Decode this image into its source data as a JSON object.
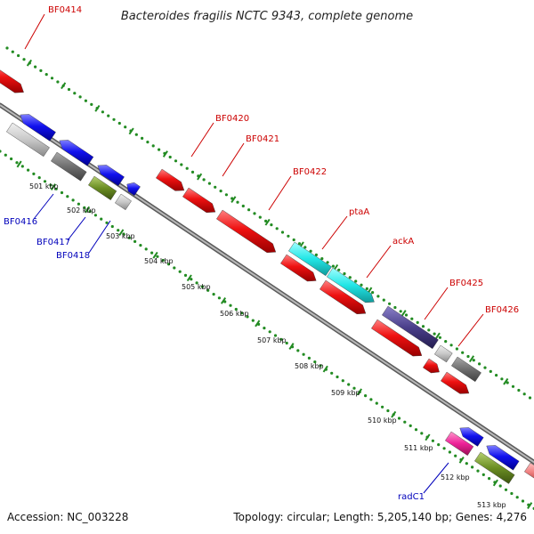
{
  "title": "Bacteroides fragilis NCTC 9343, complete genome",
  "footer": {
    "accession": "Accession: NC_003228",
    "summary": "Topology: circular; Length: 5,205,140 bp; Genes: 4,276"
  },
  "ticks": [
    "501 kbp",
    "502 kbp",
    "503 kbp",
    "504 kbp",
    "505 kbp",
    "506 kbp",
    "507 kbp",
    "508 kbp",
    "509 kbp",
    "510 kbp",
    "511 kbp",
    "512 kbp",
    "513 kbp"
  ],
  "labels": {
    "BF0414": "BF0414",
    "BF0420": "BF0420",
    "BF0421": "BF0421",
    "BF0422": "BF0422",
    "ptaA": "ptaA",
    "ackA": "ackA",
    "BF0425": "BF0425",
    "BF0426": "BF0426",
    "BF0416": "BF0416",
    "BF0417": "BF0417",
    "BF0418": "BF0418",
    "radC1": "radC1"
  },
  "colors": {
    "forward_gene": "#ee1111",
    "reverse_gene": "#1111ee",
    "grey_light": "#c8c8c8",
    "grey_dark": "#6f6f6f",
    "cyan": "#22e6e6",
    "purple": "#4a3f8a",
    "olive": "#6b8e23",
    "magenta": "#ee2299",
    "pink": "#f08080",
    "backbone": "#808080",
    "dots": "#228b22",
    "label_red": "#cc0000",
    "label_blue": "#0000bb"
  }
}
